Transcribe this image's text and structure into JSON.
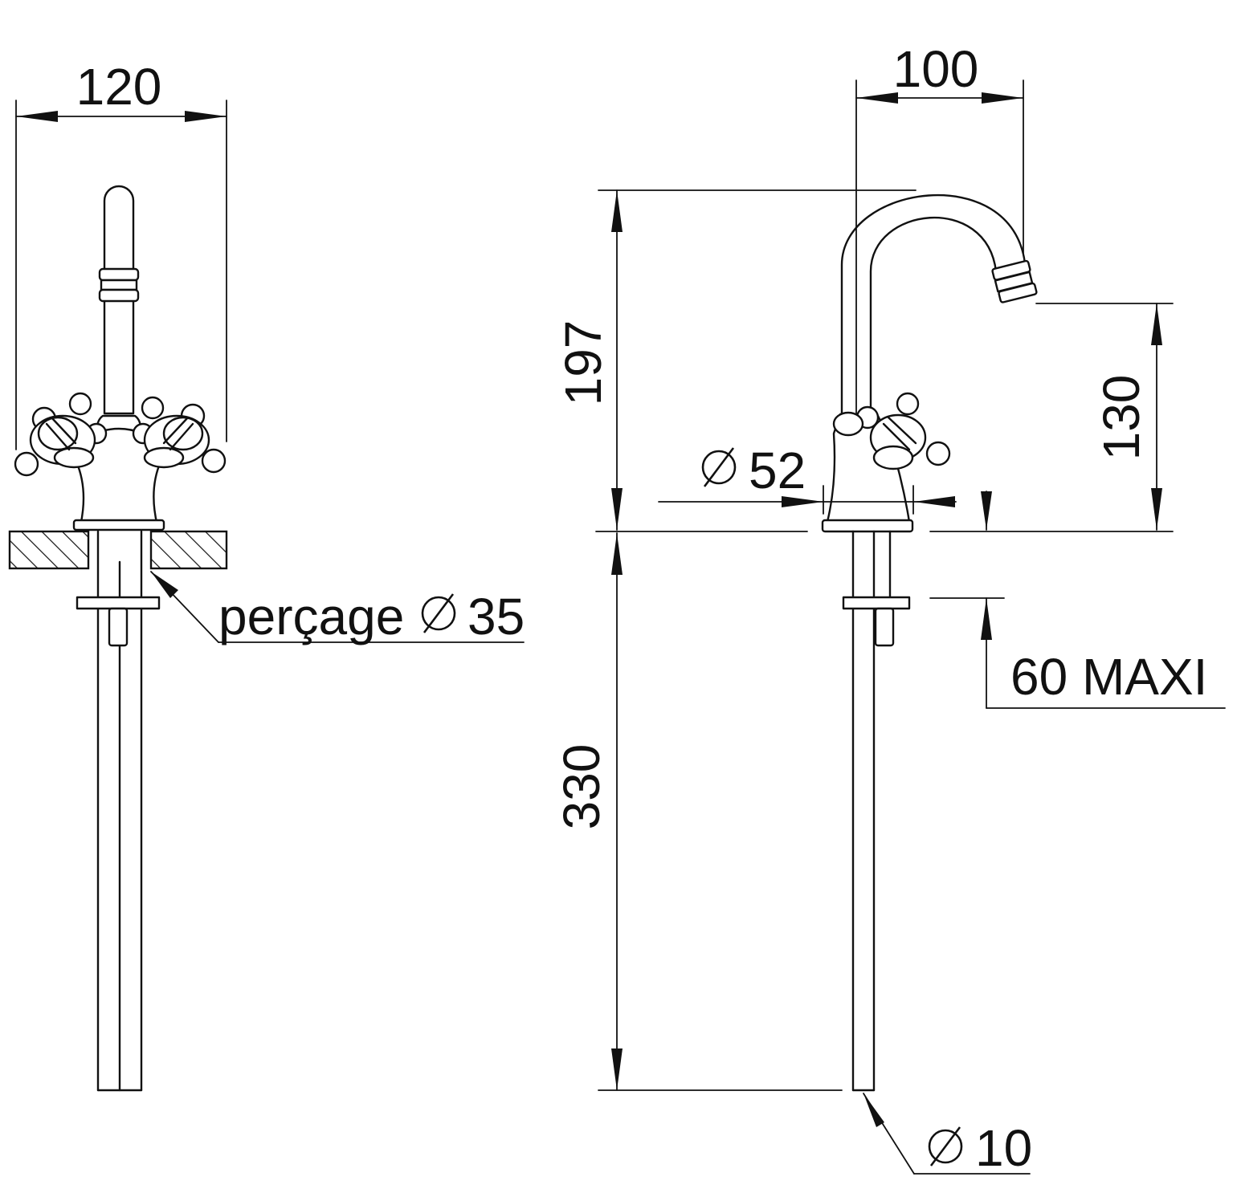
{
  "left_view": {
    "width_label": "120",
    "drill_label": "perçage",
    "drill_diameter_label": "35"
  },
  "right_view": {
    "spout_reach_label": "100",
    "height_label": "197",
    "spout_height_label": "130",
    "base_diameter_label": "52",
    "shank_length_label": "330",
    "deck_thickness_label": "60 MAXI",
    "pipe_diameter_label": "10"
  },
  "symbols": {
    "diameter": "diameter-symbol"
  },
  "colors": {
    "line": "#111111",
    "background": "#ffffff"
  }
}
